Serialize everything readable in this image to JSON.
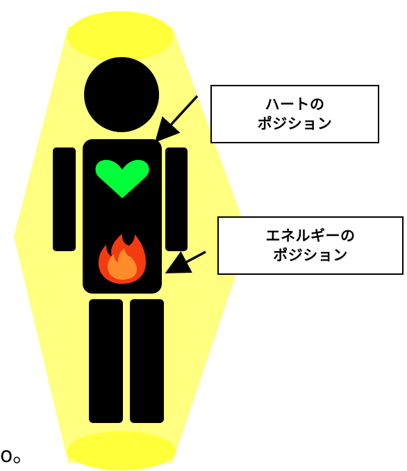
{
  "labels": {
    "heart_line1": "ハートの",
    "heart_line2": "ポジション",
    "energy_line1": "エネルギーの",
    "energy_line2": "ポジション"
  },
  "footer_mark": "o。",
  "colors": {
    "aura_fill": "#ffff80",
    "aura_cap": "#ffff3a",
    "figure": "#000000",
    "heart": "#00ff3a",
    "flame_outer": "#f43a10",
    "flame_inner": "#ff8c2a"
  },
  "icons": {
    "heart": "heart-icon",
    "flame": "flame-icon"
  }
}
